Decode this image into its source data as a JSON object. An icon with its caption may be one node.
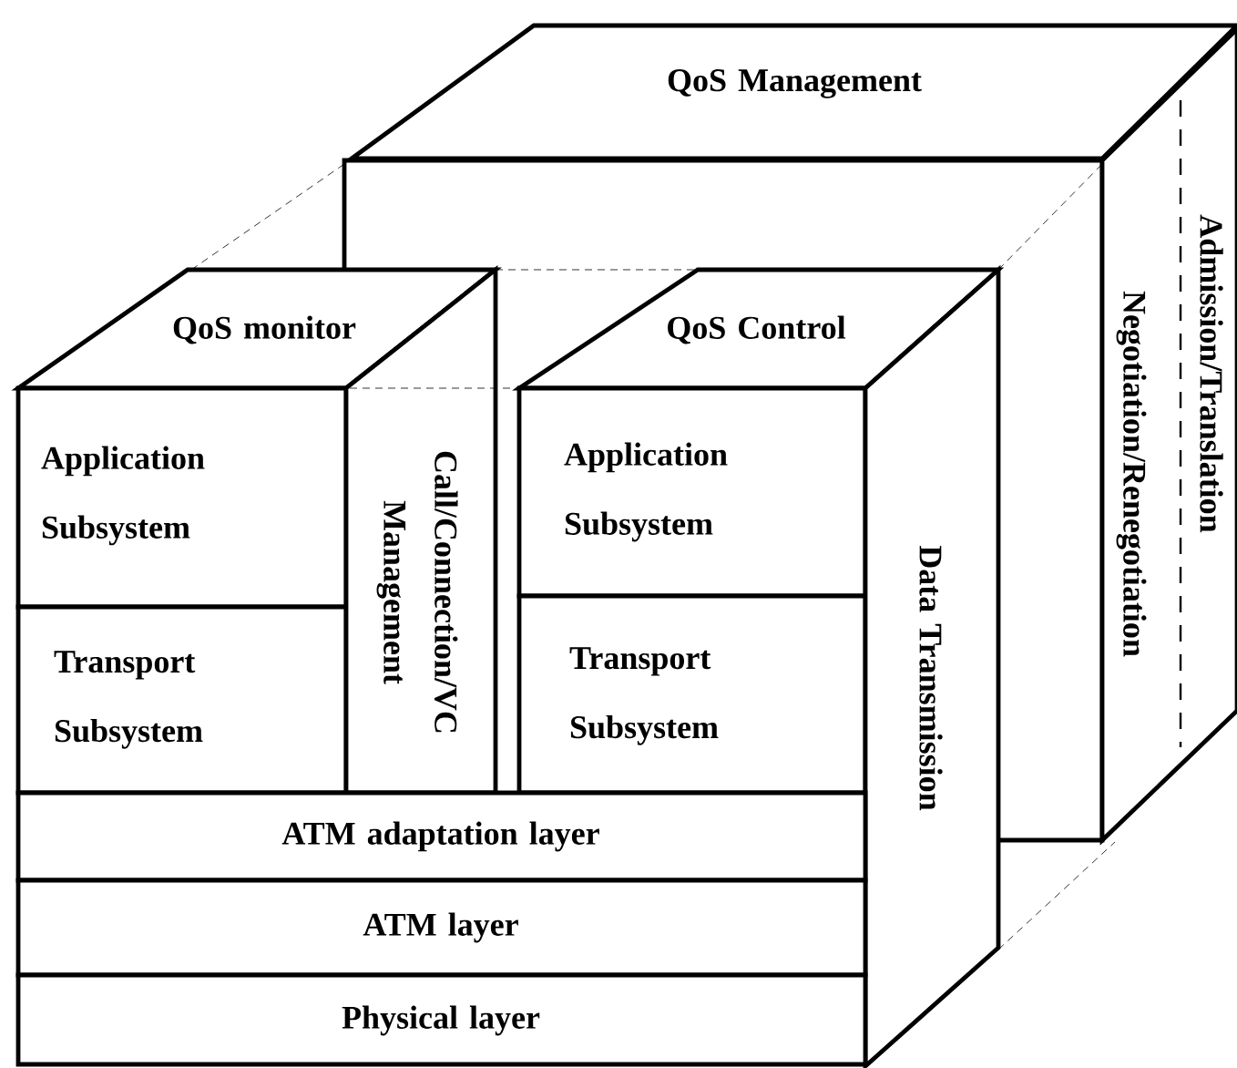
{
  "diagram": {
    "nodes": [
      {
        "text": [
          "QoS Management"
        ]
      },
      {
        "text": [
          "Negotiation/Renegotiation",
          "Admission/Translation"
        ]
      },
      {
        "text": [
          "QoS monitor"
        ]
      },
      {
        "text": [
          "Application Subsystem"
        ]
      },
      {
        "text": [
          "Transport Subsystem"
        ]
      },
      {
        "text": [
          "Call/Connection/VC Management"
        ]
      },
      {
        "text": [
          "QoS Control"
        ]
      },
      {
        "text": [
          "Application Subsystem"
        ]
      },
      {
        "text": [
          "Transport Subsystem"
        ]
      },
      {
        "text": [
          "Data Transmission"
        ]
      },
      {
        "text": [
          "ATM adaptation layer"
        ]
      },
      {
        "text": [
          "ATM layer"
        ]
      },
      {
        "text": [
          "Physical layer"
        ]
      }
    ]
  }
}
